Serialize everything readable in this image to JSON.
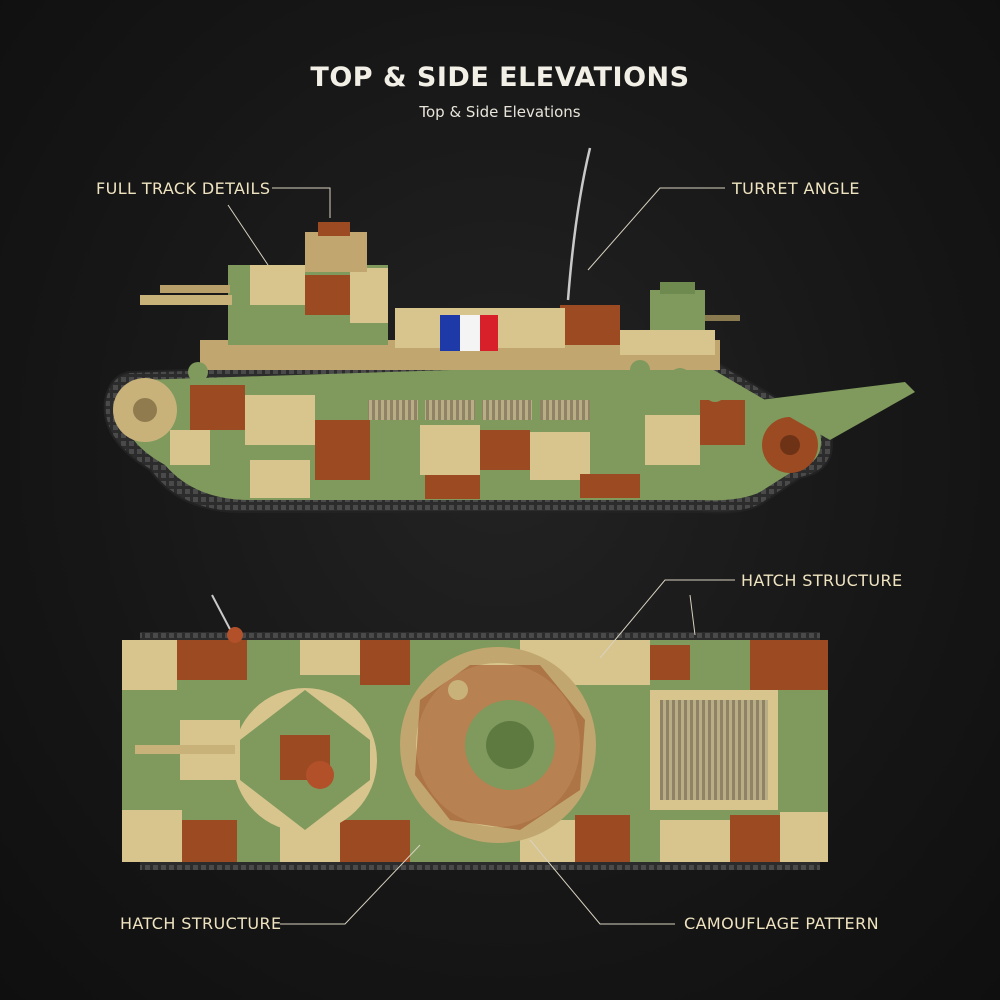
{
  "header": {
    "title": "TOP & SIDE ELEVATIONS",
    "subtitle": "Top & Side Elevations"
  },
  "callouts": {
    "full_track_details": "FULL TRACK DETAILS",
    "turret_angle": "TURRET ANGLE",
    "hatch_structure_top": "HATCH STRUCTURE",
    "hatch_structure_bottom": "HATCH STRUCTURE",
    "camouflage_pattern": "CAMOUFLAGE PATTERN"
  },
  "colors": {
    "camo_green": "#7f9a5c",
    "camo_tan": "#d8c48d",
    "camo_brown": "#9c4a22",
    "track": "#3a3a3a",
    "label": "#efe3c0",
    "flag_blue": "#1d3aa8",
    "flag_white": "#f4f4f4",
    "flag_red": "#d8202a"
  }
}
